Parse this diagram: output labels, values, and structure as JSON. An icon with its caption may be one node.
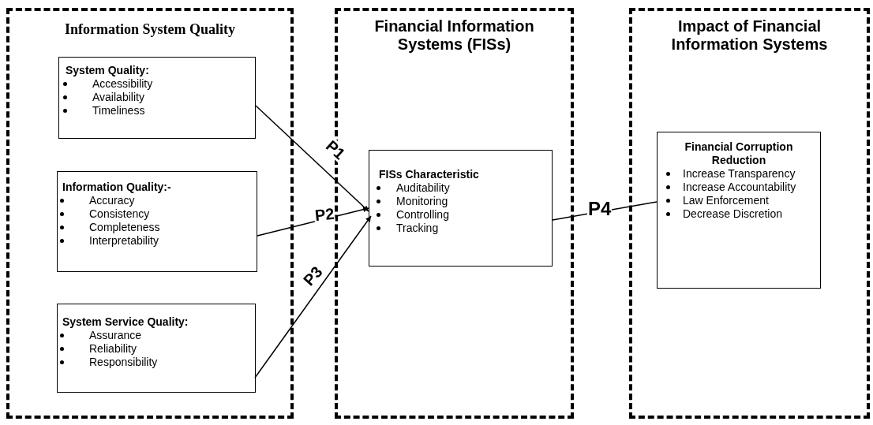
{
  "diagram": {
    "nodes": [
      {
        "text": [
          "Information System Quality"
        ]
      },
      {
        "text": [
          "System Quality:",
          "Accessibility",
          "Availability",
          "Timeliness"
        ],
        "in": 0
      },
      {
        "text": [
          "Information Quality:-",
          "Accuracy",
          "Consistency",
          "Completeness",
          "Interpretability"
        ],
        "in": 0
      },
      {
        "text": [
          "System Service Quality:",
          "Assurance",
          "Reliability",
          "Responsibility"
        ],
        "in": 0
      },
      {
        "text": [
          "Financial Information Systems  (FISs)"
        ]
      },
      {
        "text": [
          "FISs Characteristic",
          "Auditability",
          "Monitoring",
          "Controlling",
          "Tracking"
        ],
        "in": 4
      },
      {
        "text": [
          "Impact of Financial Information Systems"
        ]
      },
      {
        "text": [
          "Financial Corruption Reduction",
          "Increase Transparency",
          "Increase Accountability",
          "Law Enforcement",
          "Decrease Discretion"
        ],
        "in": 6
      }
    ],
    "edges": [
      {
        "from": 1,
        "to": 5,
        "arrow": "to",
        "label": "P1"
      },
      {
        "from": 2,
        "to": 5,
        "arrow": "to",
        "label": "P2"
      },
      {
        "from": 3,
        "to": 5,
        "arrow": "to",
        "label": "P3"
      },
      {
        "from": 5,
        "to": 7,
        "arrow": "none",
        "label": "P4"
      }
    ]
  }
}
